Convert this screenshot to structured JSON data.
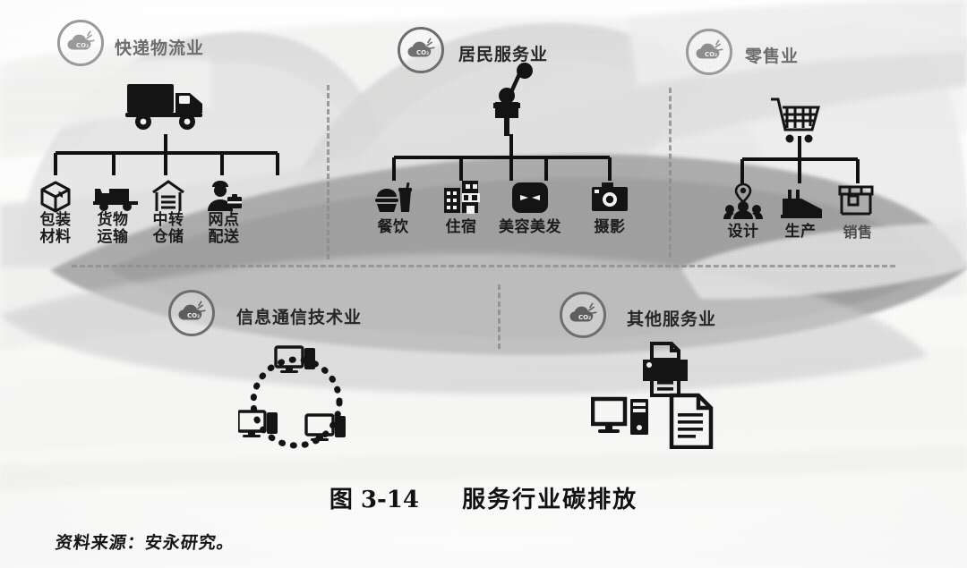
{
  "figure": {
    "caption_prefix": "图 3-14",
    "caption_title": "服务行业碳排放",
    "source": "资料来源：安永研究。"
  },
  "palette": {
    "ink": "#1a1a1a",
    "blob_dark": "#9a9a9a",
    "blob_mid": "#c3c3c3",
    "blob_light": "#dedede",
    "blob_pale": "#ececec",
    "badge_ring": "#6e6e6e",
    "dash": "#8e8e8e"
  },
  "sections": [
    {
      "id": "express-logistics",
      "title": "快递物流业",
      "badge": "co2-cloud-icon",
      "root_icon": "delivery-truck-icon",
      "children": [
        {
          "label_line1": "包装",
          "label_line2": "材料",
          "icon": "package-box-icon"
        },
        {
          "label_line1": "货物",
          "label_line2": "运输",
          "icon": "cargo-truck-icon"
        },
        {
          "label_line1": "中转",
          "label_line2": "仓储",
          "icon": "warehouse-icon"
        },
        {
          "label_line1": "网点",
          "label_line2": "配送",
          "icon": "courier-person-icon"
        }
      ]
    },
    {
      "id": "resident-services",
      "title": "居民服务业",
      "badge": "co2-cloud-icon",
      "root_icon": "person-waving-icon",
      "children": [
        {
          "label_line1": "餐饮",
          "label_line2": "",
          "icon": "food-drink-icon"
        },
        {
          "label_line1": "住宿",
          "label_line2": "",
          "icon": "hotel-building-icon"
        },
        {
          "label_line1": "美容美发",
          "label_line2": "",
          "icon": "beauty-mirror-icon"
        },
        {
          "label_line1": "摄影",
          "label_line2": "",
          "icon": "camera-icon"
        }
      ]
    },
    {
      "id": "retail",
      "title": "零售业",
      "badge": "co2-cloud-icon",
      "root_icon": "shopping-cart-icon",
      "children": [
        {
          "label_line1": "设计",
          "label_line2": "",
          "icon": "design-team-icon"
        },
        {
          "label_line1": "生产",
          "label_line2": "",
          "icon": "factory-icon"
        },
        {
          "label_line1": "销售",
          "label_line2": "",
          "icon": "storefront-icon"
        }
      ]
    },
    {
      "id": "ict",
      "title": "信息通信技术业",
      "badge": "co2-cloud-icon",
      "root_icon": "network-computers-icon",
      "children": []
    },
    {
      "id": "other-services",
      "title": "其他服务业",
      "badge": "co2-cloud-icon",
      "root_icon": "printer-computer-document-icon",
      "children": []
    }
  ],
  "badge_text": "CO₂"
}
